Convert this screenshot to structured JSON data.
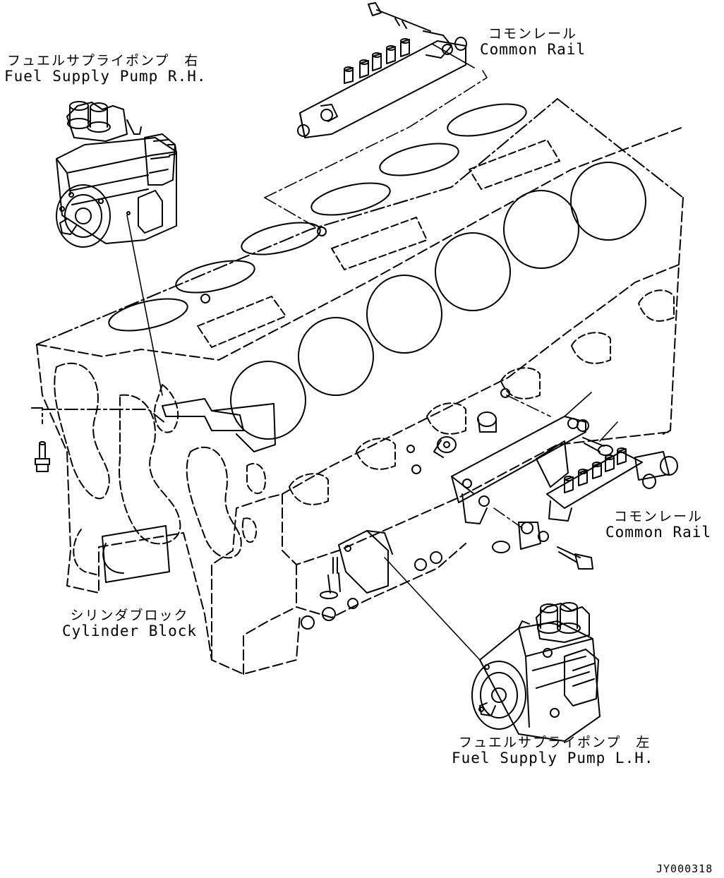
{
  "labels": {
    "pump_rh": {
      "jp": "フュエルサプライポンプ　右",
      "en": "Fuel Supply Pump R.H."
    },
    "rail_top": {
      "jp": "コモンレール",
      "en": "Common Rail"
    },
    "rail_right": {
      "jp": "コモンレール",
      "en": "Common Rail"
    },
    "cylinder_block": {
      "jp": "シリンダブロック",
      "en": "Cylinder Block"
    },
    "pump_lh": {
      "jp": "フュエルサプライポンプ　左",
      "en": "Fuel Supply Pump L.H."
    }
  },
  "doc_id": "JY000318",
  "colors": {
    "line": "#000000",
    "background": "#ffffff"
  }
}
